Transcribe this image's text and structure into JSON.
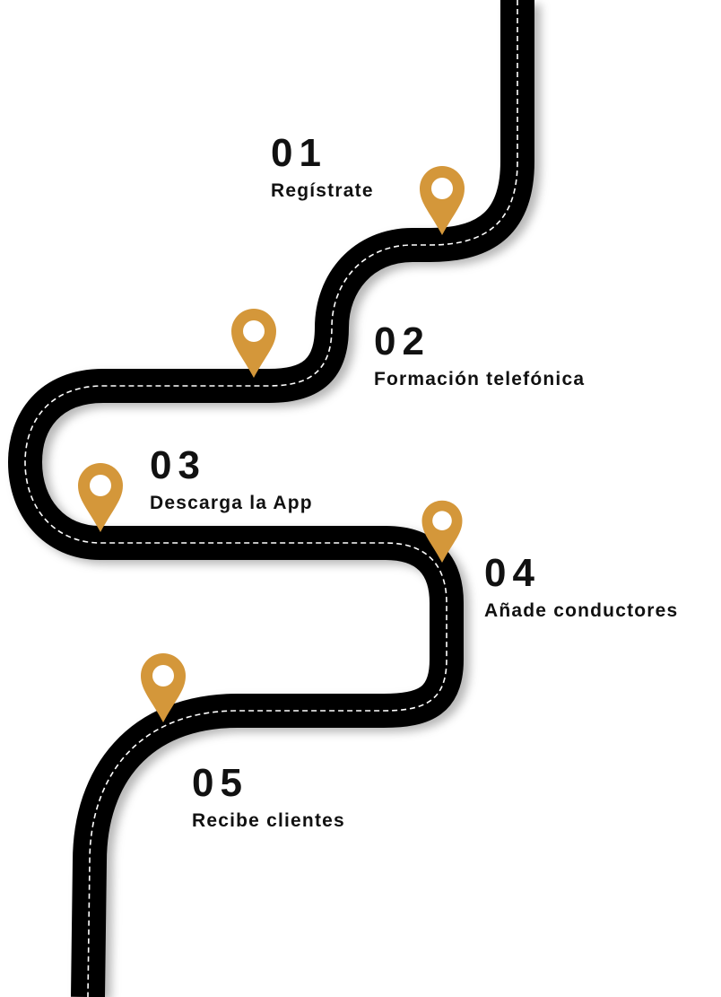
{
  "colors": {
    "road": "#050505",
    "road_marking": "#ffffff",
    "pin": "#d4973a",
    "text": "#111111"
  },
  "steps": [
    {
      "number": "01",
      "label": "Regístrate",
      "icon": "map-pin-icon"
    },
    {
      "number": "02",
      "label": "Formación telefónica",
      "icon": "map-pin-icon"
    },
    {
      "number": "03",
      "label": "Descarga la App",
      "icon": "map-pin-icon"
    },
    {
      "number": "04",
      "label": "Añade conductores",
      "icon": "map-pin-icon"
    },
    {
      "number": "05",
      "label": "Recibe clientes",
      "icon": "map-pin-icon"
    }
  ]
}
